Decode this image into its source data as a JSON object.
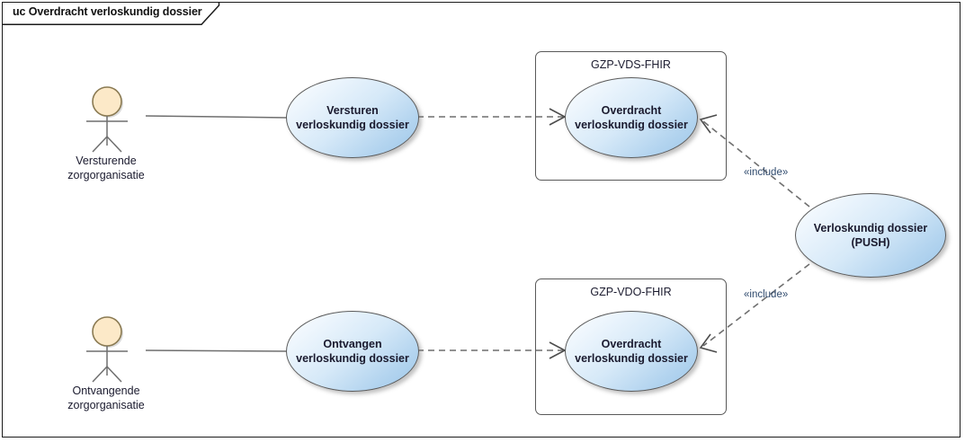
{
  "frame": {
    "title": "uc Overdracht verloskundig dossier"
  },
  "actors": [
    {
      "name": "versturende-zorgorganisatie",
      "label": "Versturende\nzorgorganisatie",
      "head_color": "#fce9c8",
      "head_border": "#8a7a52"
    },
    {
      "name": "ontvangende-zorgorganisatie",
      "label": "Ontvangende\nzorgorganisatie",
      "head_color": "#fce9c8",
      "head_border": "#8a7a52"
    }
  ],
  "boundaries": [
    {
      "name": "gzp-vds-fhir",
      "label": "GZP-VDS-FHIR"
    },
    {
      "name": "gzp-vdo-fhir",
      "label": "GZP-VDO-FHIR"
    }
  ],
  "usecases": [
    {
      "name": "versturen-verloskundig-dossier",
      "label": "Versturen\nverloskundig dossier"
    },
    {
      "name": "overdracht-verloskundig-dossier-vds",
      "label": "Overdracht\nverloskundig dossier"
    },
    {
      "name": "ontvangen-verloskundig-dossier",
      "label": "Ontvangen\nverloskundig dossier"
    },
    {
      "name": "overdracht-verloskundig-dossier-vdo",
      "label": "Overdracht\nverloskundig dossier"
    },
    {
      "name": "verloskundig-dossier-push",
      "label": "Verloskundig dossier\n(PUSH)"
    }
  ],
  "stereotypes": [
    {
      "name": "include-upper",
      "label": "«include»"
    },
    {
      "name": "include-lower",
      "label": "«include»"
    }
  ],
  "colors": {
    "ellipse_light": "#fdfeff",
    "ellipse_dark": "#9cc6e8",
    "ellipse_border": "#5b5b5b",
    "connector": "#6b6b6b",
    "frame_border": "#1b1b1b",
    "boundary_border": "#595959",
    "text": "#1a1a2e",
    "stereotype_text": "#2f4a6d"
  }
}
